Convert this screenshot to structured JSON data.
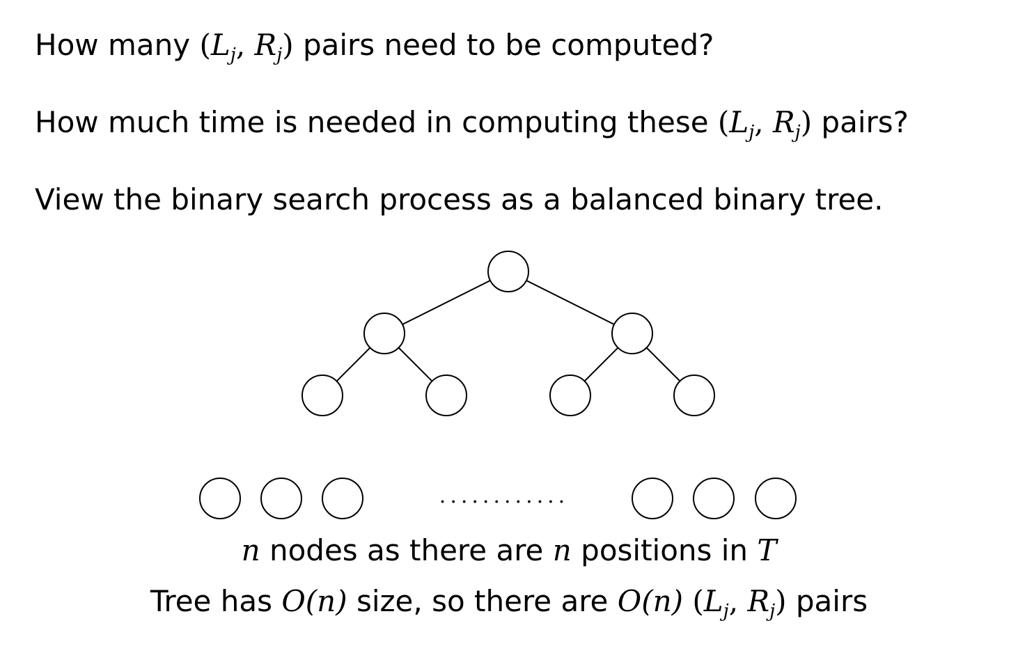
{
  "questions": {
    "q1": {
      "before": "How many ",
      "after": " pairs need to be computed?"
    },
    "q2": {
      "before": "How much time is needed in computing these ",
      "after": " pairs?"
    },
    "q3": {
      "text": "View the binary search process as a balanced binary tree."
    }
  },
  "pair": {
    "open": "(",
    "L": "L",
    "j": "j",
    "comma": ", ",
    "R": "R",
    "close": ")"
  },
  "leaf_row": {
    "ellipsis": "............"
  },
  "caption1": {
    "n": "n",
    "mid": " nodes as there are ",
    "n2": "n",
    "after": " positions in ",
    "T": "T"
  },
  "caption2": {
    "before": "Tree has ",
    "O1": "O",
    "arg1": "(n)",
    "middle": " size, so there are ",
    "O2": "O",
    "arg2": "(n)",
    "after": " pairs"
  }
}
